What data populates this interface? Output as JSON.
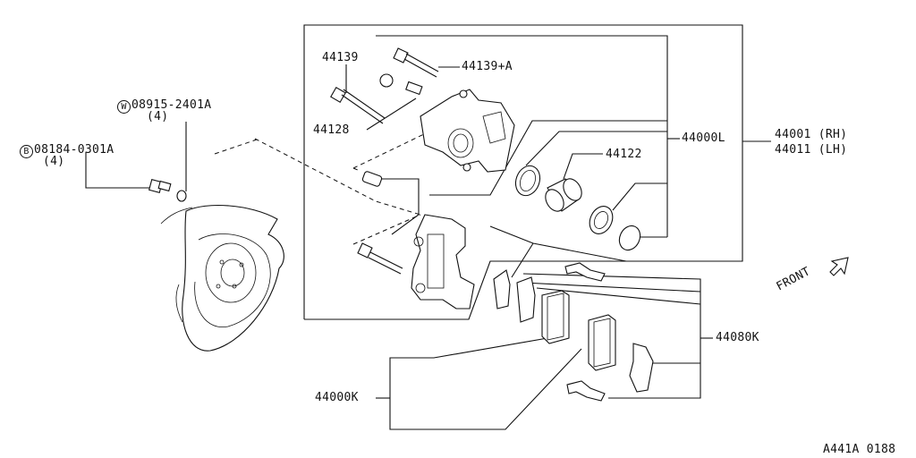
{
  "labels": {
    "washer_prefix": "W",
    "washer_part": "08915-2401A",
    "washer_qty": "(4)",
    "bolt_prefix": "B",
    "bolt_part": "08184-0301A",
    "bolt_qty": "(4)",
    "p44139": "44139",
    "p44139a": "44139+A",
    "p44128": "44128",
    "p44000L": "44000L",
    "p44122": "44122",
    "p44001": "44001 (RH)",
    "p44011": "44011 (LH)",
    "front": "FRONT",
    "p44080K": "44080K",
    "p44000K": "44000K",
    "ref": "A441A 0188"
  }
}
